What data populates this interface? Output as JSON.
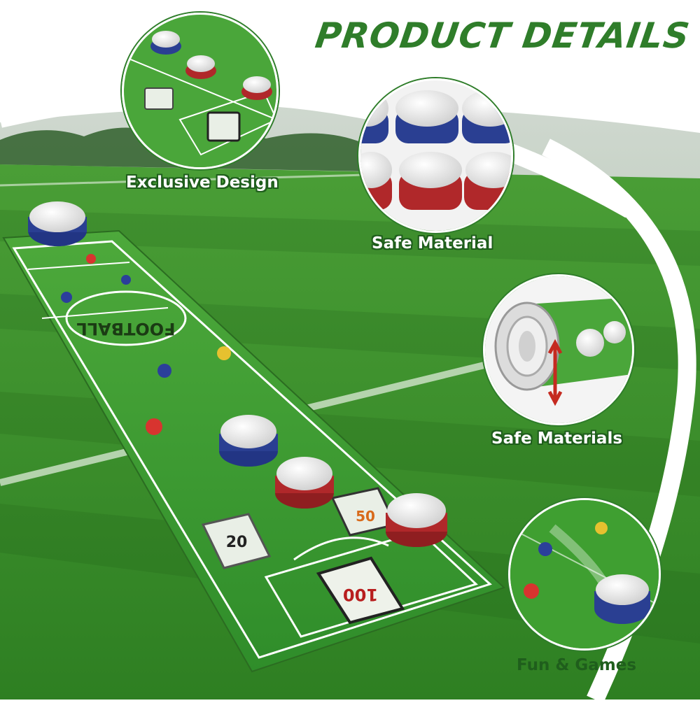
{
  "heading": "PRODUCT DETAILS",
  "features": {
    "exclusive_design": "Exclusive Design",
    "safe_material": "Safe Material",
    "safe_materials": "Safe Materials",
    "fun_games": "Fun & Games"
  },
  "mat": {
    "center_text": "FOOTBALL",
    "score_20": "20",
    "score_50": "50",
    "score_100": "100"
  },
  "colors": {
    "title_green": "#2f7d2a",
    "grass": "#3e9a2c",
    "puck_blue": "#2a3f92",
    "puck_red": "#b0282a"
  }
}
